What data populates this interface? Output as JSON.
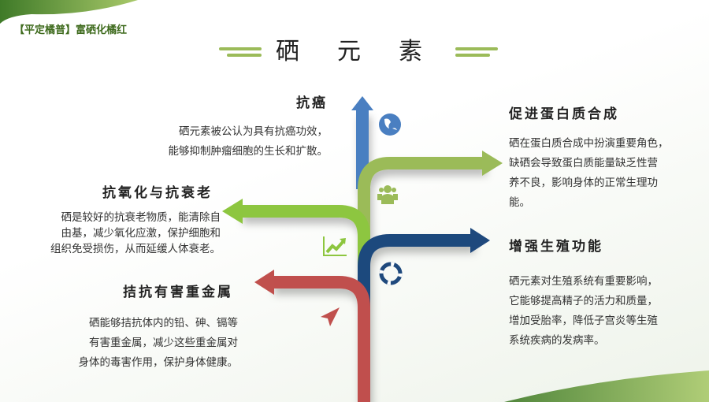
{
  "brand": "【平定橘普】富硒化橘红",
  "title": "硒元素",
  "sections": [
    {
      "heading": "抗癌",
      "lines": [
        "硒元素被公认为具有抗癌功效，",
        "能够抑制肿瘤细胞的生长和扩散。"
      ],
      "icon": "globe-icon",
      "color": "#4a7fc1"
    },
    {
      "heading": "促进蛋白质合成",
      "lines": [
        "硒在蛋白质合成中扮演重要角色，",
        "缺硒会导致蛋白质能量缺乏性营",
        "养不良，影响身体的正常生理功",
        "能。"
      ],
      "icon": "people-icon",
      "color": "#9bbb59"
    },
    {
      "heading": "抗氧化与抗衰老",
      "lines": [
        "硒是较好的抗衰老物质，能清除自",
        "由基，减少氧化应激，保护细胞和",
        "组织免受损伤，从而延缓人体衰老。"
      ],
      "icon": "chart-up-icon",
      "color": "#8dc63f"
    },
    {
      "heading": "增强生殖功能",
      "lines": [
        "硒元素对生殖系统有重要影响，",
        "它能够提高精子的活力和质量，",
        "增加受胎率，降低子宫炎等生殖",
        "系统疾病的发病率。"
      ],
      "icon": "lifebuoy-icon",
      "color": "#1f497d"
    },
    {
      "heading": "拮抗有害重金属",
      "lines": [
        "硒能够拮抗体内的铅、砷、镉等",
        "有害重金属，减少这些重金属对",
        "身体的毒害作用，保护身体健康。"
      ],
      "icon": "paper-plane-icon",
      "color": "#c0504d"
    }
  ]
}
